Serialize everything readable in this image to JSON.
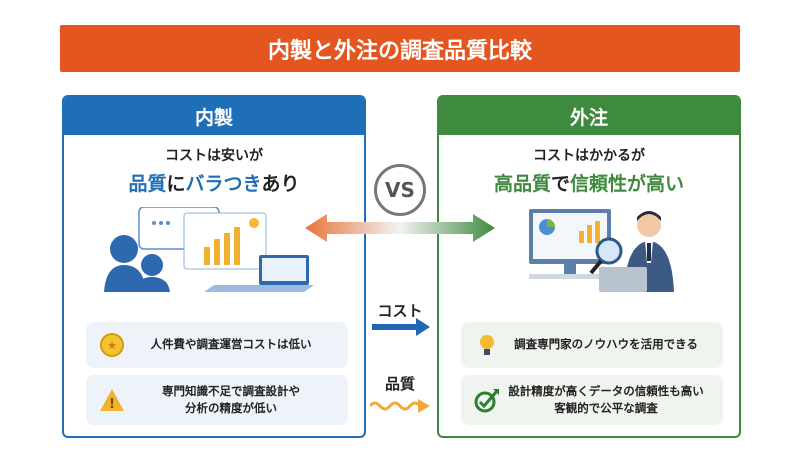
{
  "title": "内製と外注の調査品質比較",
  "left": {
    "header": "内製",
    "sub": "コストは安いが",
    "headline": {
      "p1": "品質",
      "p2": "に",
      "p3": "バラつき",
      "p4": "あり"
    },
    "cards": [
      {
        "icon": "coin-icon",
        "text": "人件費や調査運営コストは低い"
      },
      {
        "icon": "warning-icon",
        "line1": "専門知識不足で調査設計や",
        "line2": "分析の精度が低い"
      }
    ]
  },
  "right": {
    "header": "外注",
    "sub": "コストはかかるが",
    "headline": {
      "p1": "高品質",
      "p2": "で",
      "p3": "信頼性が高い"
    },
    "cards": [
      {
        "icon": "lightbulb-icon",
        "text": "調査専門家のノウハウを活用できる"
      },
      {
        "icon": "check-growth-icon",
        "line1": "設計精度が高くデータの信頼性も高い",
        "line2": "客観的で公平な調査"
      }
    ]
  },
  "middle": {
    "vs": "VS",
    "cost_label": "コスト",
    "quality_label": "品質"
  },
  "colors": {
    "title": "#e4561f",
    "inhouse": "#1f6fb8",
    "outsource": "#3e8a3e"
  }
}
